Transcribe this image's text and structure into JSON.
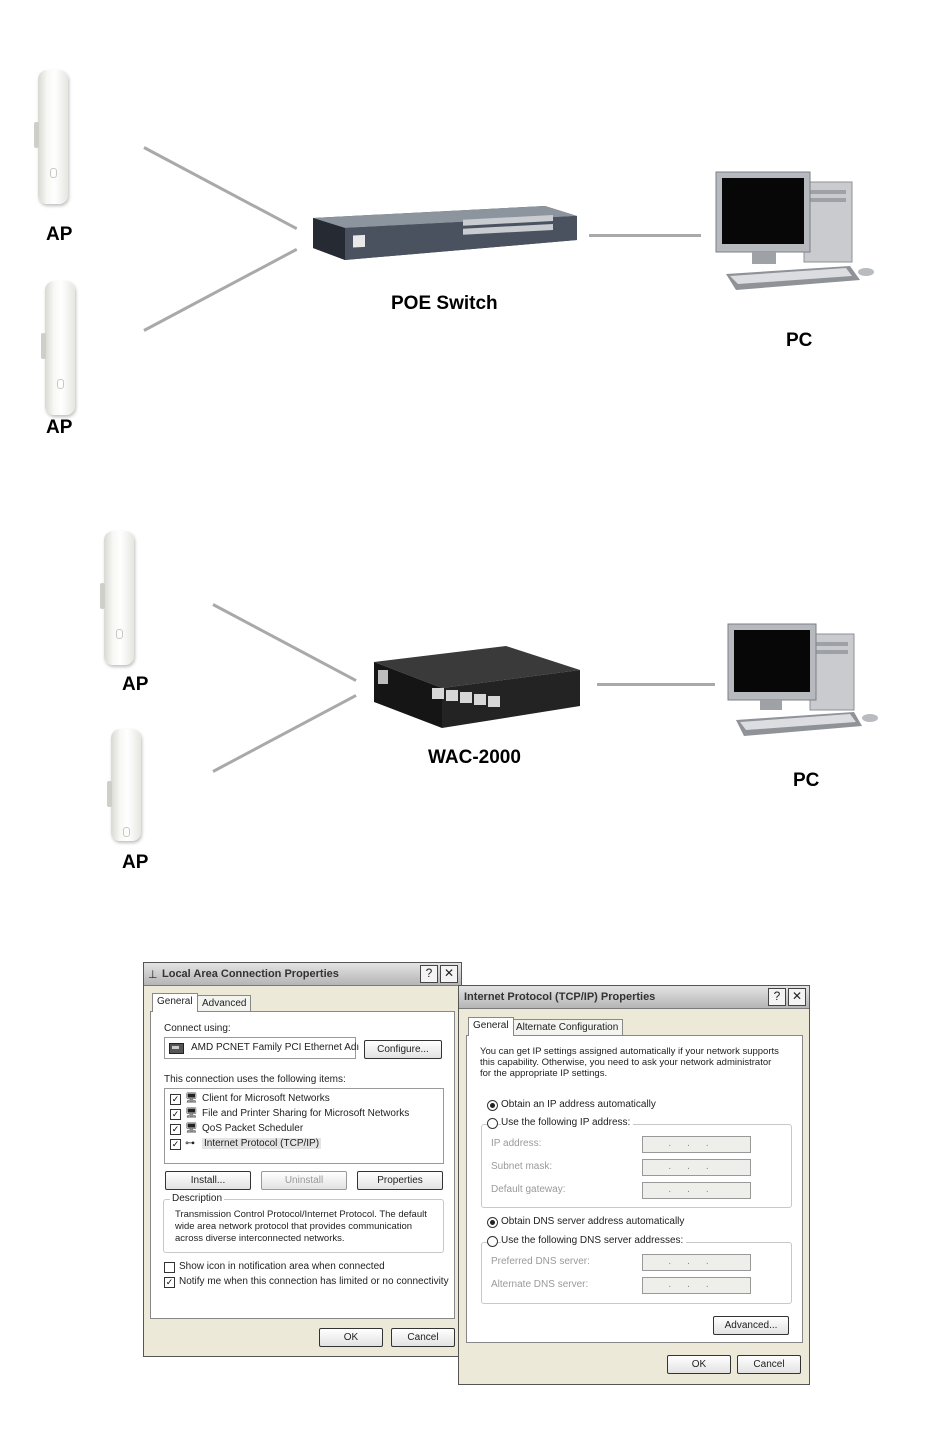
{
  "diagram1": {
    "ap_labels": [
      "AP",
      "AP"
    ],
    "switch_label": "POE Switch",
    "pc_label": "PC"
  },
  "diagram2": {
    "ap_labels": [
      "AP",
      "AP"
    ],
    "controller_label": "WAC-2000",
    "pc_label": "PC"
  },
  "lan_dialog": {
    "title": "Local Area Connection Properties",
    "help_button": "?",
    "close_button": "✕",
    "tabs": [
      "General",
      "Advanced"
    ],
    "connect_using_label": "Connect using:",
    "adapter_name": "AMD PCNET Family PCI Ethernet Adı",
    "configure_button": "Configure...",
    "items_label": "This connection uses the following items:",
    "items": [
      {
        "label": "Client for Microsoft Networks",
        "checked": true
      },
      {
        "label": "File and Printer Sharing for Microsoft Networks",
        "checked": true
      },
      {
        "label": "QoS Packet Scheduler",
        "checked": true
      },
      {
        "label": "Internet Protocol (TCP/IP)",
        "checked": true
      }
    ],
    "install_button": "Install...",
    "uninstall_button": "Uninstall",
    "properties_button": "Properties",
    "description_label": "Description",
    "description_text": "Transmission Control Protocol/Internet Protocol. The default wide area network protocol that provides communication across diverse interconnected networks.",
    "show_icon_label": "Show icon in notification area when connected",
    "show_icon_checked": false,
    "notify_label": "Notify me when this connection has limited or no connectivity",
    "notify_checked": true,
    "ok_button": "OK",
    "cancel_button": "Cancel"
  },
  "tcpip_dialog": {
    "title": "Internet Protocol (TCP/IP) Properties",
    "help_button": "?",
    "close_button": "✕",
    "tabs": [
      "General",
      "Alternate Configuration"
    ],
    "info_text": "You can get IP settings assigned automatically if your network supports this capability. Otherwise, you need to ask your network administrator for the appropriate IP settings.",
    "obtain_ip_auto": "Obtain an IP address automatically",
    "use_following_ip": "Use the following IP address:",
    "ip_address_label": "IP address:",
    "subnet_mask_label": "Subnet mask:",
    "default_gateway_label": "Default gateway:",
    "obtain_dns_auto": "Obtain DNS server address automatically",
    "use_following_dns": "Use the following DNS server addresses:",
    "preferred_dns_label": "Preferred DNS server:",
    "alternate_dns_label": "Alternate DNS server:",
    "ip_placeholder": "...",
    "advanced_button": "Advanced...",
    "ok_button": "OK",
    "cancel_button": "Cancel"
  }
}
